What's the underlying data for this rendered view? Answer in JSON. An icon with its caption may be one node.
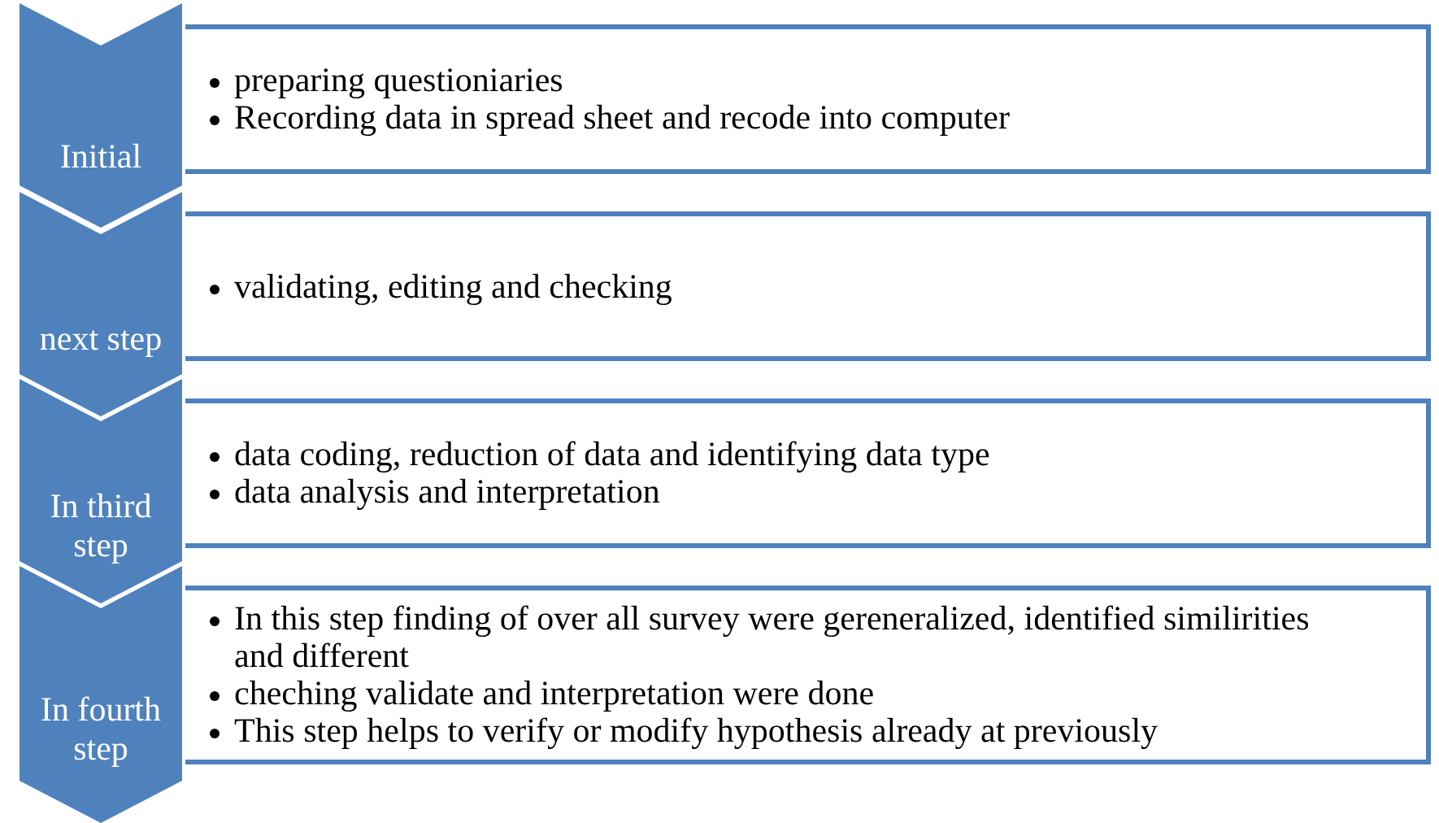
{
  "diagram": {
    "nodes": [
      {
        "text": [
          "Initial"
        ]
      },
      {
        "text": [
          "preparing questioniaries",
          "Recording data in spread sheet and recode into computer"
        ]
      },
      {
        "text": [
          "next step"
        ]
      },
      {
        "text": [
          "validating, editing and checking"
        ]
      },
      {
        "text": [
          "In third step"
        ]
      },
      {
        "text": [
          "data coding, reduction of data and identifying data type",
          "data analysis and interpretation"
        ]
      },
      {
        "text": [
          "In fourth step"
        ]
      },
      {
        "text": [
          "In this step finding of over all survey were gereneralized, identified similirities and different",
          "cheching validate and interpretation were done",
          "This step helps to verify or modify hypothesis already at previously"
        ]
      }
    ]
  }
}
